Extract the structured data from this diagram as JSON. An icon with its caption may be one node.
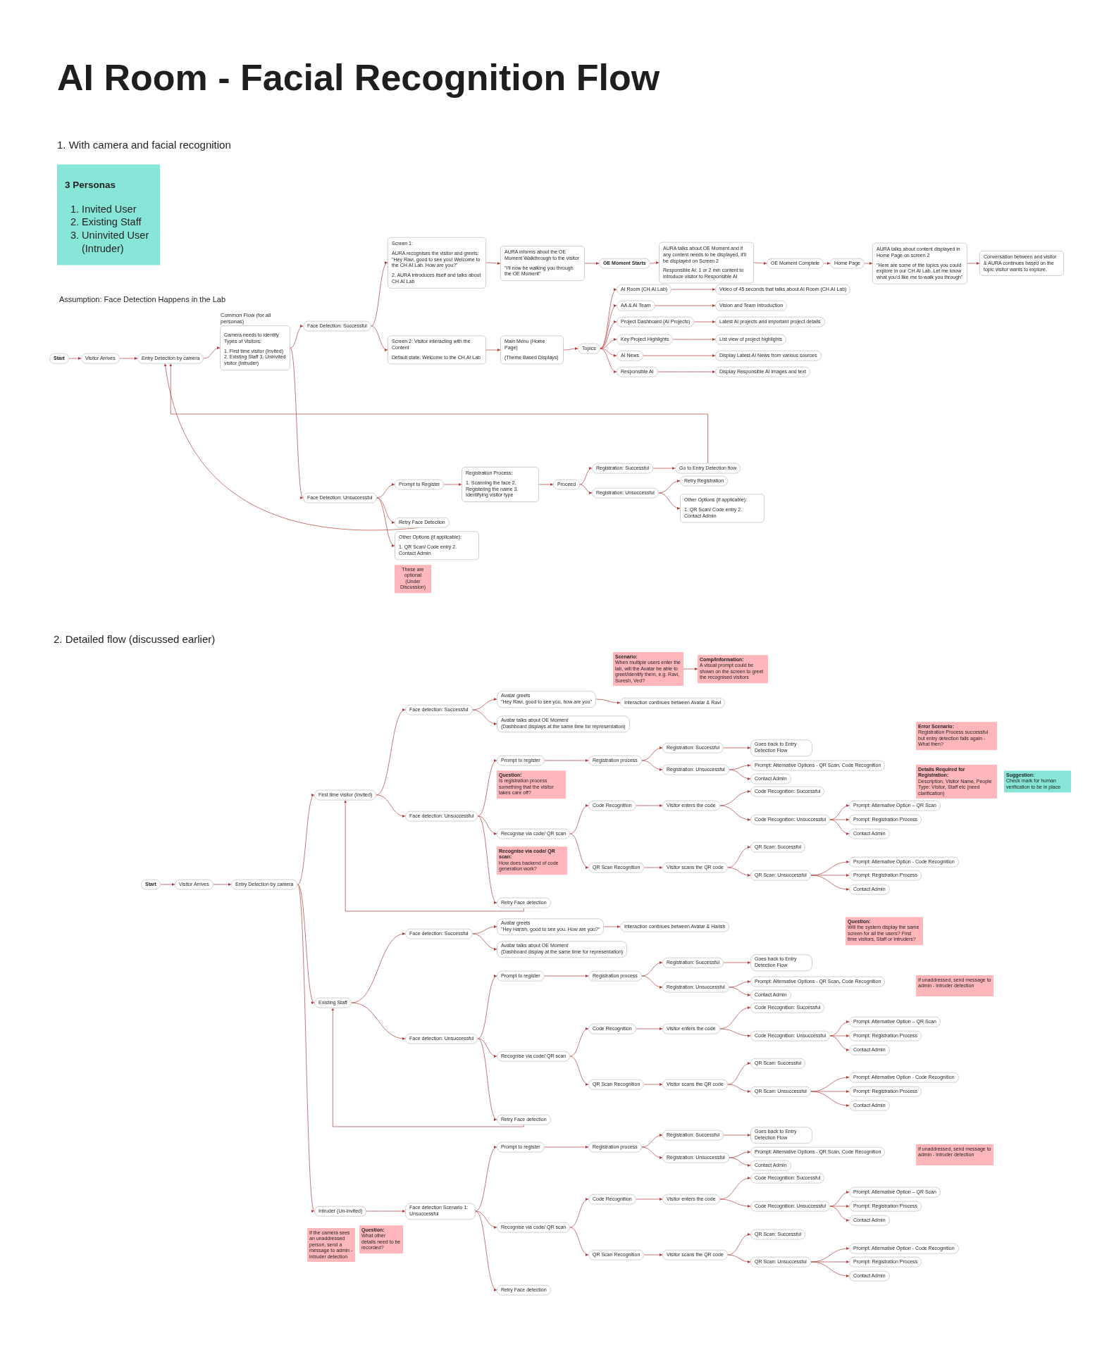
{
  "diagram": {
    "title": "AI Room - Facial Recognition Flow",
    "nodes": [
      {
        "text": [
          "3 Personas",
          "1. Invited User",
          "2. Existing Staff",
          "3. Uninvited User (Intruder)"
        ]
      },
      {
        "text": [
          "Start"
        ]
      },
      {
        "text": [
          "Visitor Arrives"
        ]
      },
      {
        "text": [
          "Entry Detection by camera"
        ]
      },
      {
        "text": [
          "Common Flow (for all personas)",
          "Camera needs to identify Types of Visitors:",
          "1. First time visitor (Invited) 2. Existing Staff 3. Uninvited visitor (Intruder)"
        ]
      },
      {
        "text": [
          "Face Detection: Successful"
        ]
      },
      {
        "text": [
          "Screen 1:",
          "AURA recognises the visitor and greets: \"Hey Ravi, good to see you! Welcome to the CH.AI Lab. How are you?\"",
          "2. AURA introduces itself and talks about CH.AI Lab"
        ]
      },
      {
        "text": [
          "AURA informs about the OE Moment Walkthrough to the visitor",
          "\"I'll now be walking you through the OE Moment\""
        ]
      },
      {
        "text": [
          "OE Moment Starts"
        ]
      },
      {
        "text": [
          "AURA talks about OE Moment and if any content needs to be displayed, it'll be displayed on Screen 2",
          "Responsible AI: 1 or 2 min content to introduce visitor to Responsible AI"
        ]
      },
      {
        "text": [
          "OE Moment Complete"
        ]
      },
      {
        "text": [
          "Home Page"
        ]
      },
      {
        "text": [
          "AURA talks about content displayed in Home Page on screen 2",
          "\"Here are some of the topics you could explore in our CH.AI Lab. Let me know what you'd like me to walk you through\""
        ]
      },
      {
        "text": [
          "Conversation between and visitor & AURA continues based on the topic visitor wants to explore."
        ]
      },
      {
        "text": [
          "Screen 2: Visitor interacting with the Content",
          "Default state: Welcome to the CH.AI Lab"
        ]
      },
      {
        "text": [
          "Main Menu (Home Page)",
          "(Theme Based Displays)"
        ]
      },
      {
        "text": [
          "Topics"
        ]
      },
      {
        "text": [
          "AI Room (CH.AI Lab)"
        ]
      },
      {
        "text": [
          "Video of 45 seconds that talks about AI Room (CH.AI Lab)"
        ]
      },
      {
        "text": [
          "AA & AI Team"
        ]
      },
      {
        "text": [
          "Vision and Team Introduction"
        ]
      },
      {
        "text": [
          "Project Dashboard (AI Projects)"
        ]
      },
      {
        "text": [
          "Latest AI projects and important project details"
        ]
      },
      {
        "text": [
          "Key Project Highlights"
        ]
      },
      {
        "text": [
          "List view of project highlights"
        ]
      },
      {
        "text": [
          "AI News"
        ]
      },
      {
        "text": [
          "Display Latest AI News from various sources"
        ]
      },
      {
        "text": [
          "Responsible AI"
        ]
      },
      {
        "text": [
          "Display Responsible AI images and text"
        ]
      },
      {
        "text": [
          "Face Detection: Unsuccessful"
        ]
      },
      {
        "text": [
          "Prompt to Register"
        ]
      },
      {
        "text": [
          "Registration Process:",
          "1. Scanning the face 2. Registering the name 3. Identifying visitor type"
        ]
      },
      {
        "text": [
          "Proceed"
        ]
      },
      {
        "text": [
          "Registration: Successful"
        ]
      },
      {
        "text": [
          "Go to Entry Detection flow"
        ]
      },
      {
        "text": [
          "Registration: Unsuccessful"
        ]
      },
      {
        "text": [
          "Retry Registration"
        ]
      },
      {
        "text": [
          "Other Options (if applicable):",
          "1. QR Scan/ Code entry 2. Contact Admin"
        ]
      },
      {
        "text": [
          "Retry Face Detection"
        ]
      },
      {
        "text": [
          "Other Options (if applicable):",
          "1. QR Scan/ Code entry 2. Contact Admin"
        ]
      },
      {
        "text": [
          "These are optional (Under Discussion)"
        ]
      },
      {
        "text": [
          "Start"
        ]
      },
      {
        "text": [
          "Visitor Arrives"
        ]
      },
      {
        "text": [
          "Entry Detection by camera"
        ]
      },
      {
        "text": [
          "First time visitor (Invited)"
        ]
      },
      {
        "text": [
          "Face detection: Successful"
        ]
      },
      {
        "text": [
          "Avatar greets",
          "\"Hey Ravi, good to see you, how are you\""
        ]
      },
      {
        "text": [
          "Interaction continues between Avatar & Ravi"
        ]
      },
      {
        "text": [
          "Avatar talks about OE Moment",
          "(Dashboard displays at the same time for representation)"
        ]
      },
      {
        "text": [
          "Scenario:",
          "When multiple users enter the lab, will the Avatar be able to greet/identify them, e.g. Ravi, Suresh, Ved?"
        ]
      },
      {
        "text": [
          "Comp/Information:",
          "A visual prompt could be shown on the screen to greet the recognised visitors"
        ]
      },
      {
        "text": [
          "Face detection: Unsuccessful"
        ]
      },
      {
        "text": [
          "Prompt to register"
        ]
      },
      {
        "text": [
          "Question:",
          "Is registration process something that the visitor takes care off?"
        ]
      },
      {
        "text": [
          "Registration process"
        ]
      },
      {
        "text": [
          "Details Required for Registration:",
          "Description, Visitor Name, People Type: Visitor, Staff etc (need clarification)"
        ]
      },
      {
        "text": [
          "Suggestion:",
          "Check mark for human verification to be in place"
        ]
      },
      {
        "text": [
          "Registration: Successful"
        ]
      },
      {
        "text": [
          "Goes back to Entry Detection Flow"
        ]
      },
      {
        "text": [
          "Error Scenario:",
          "Registration Process successful but entry detection fails again - What then?"
        ]
      },
      {
        "text": [
          "Registration: Unsuccessful"
        ]
      },
      {
        "text": [
          "Prompt: Alternative Options - QR Scan, Code Recognition"
        ]
      },
      {
        "text": [
          "Contact Admin"
        ]
      },
      {
        "text": [
          "Recognise via code/ QR scan"
        ]
      },
      {
        "text": [
          "Recognise via code/ QR scan:",
          "How does backend of code generation work?"
        ]
      },
      {
        "text": [
          "Code Recognition"
        ]
      },
      {
        "text": [
          "Visitor enters the code"
        ]
      },
      {
        "text": [
          "Code Recognition: Successful"
        ]
      },
      {
        "text": [
          "Code Recognition: Unsuccessful"
        ]
      },
      {
        "text": [
          "Prompt: Alternative Option – QR Scan"
        ]
      },
      {
        "text": [
          "Prompt: Registration Process"
        ]
      },
      {
        "text": [
          "Contact Admin"
        ]
      },
      {
        "text": [
          "QR Scan Recognition"
        ]
      },
      {
        "text": [
          "Visitor scans the QR code"
        ]
      },
      {
        "text": [
          "QR Scan: Successful"
        ]
      },
      {
        "text": [
          "QR Scan: Unsuccessful"
        ]
      },
      {
        "text": [
          "Prompt: Alternative Option - Code Recognition"
        ]
      },
      {
        "text": [
          "Prompt: Registration Process"
        ]
      },
      {
        "text": [
          "Contact Admin"
        ]
      },
      {
        "text": [
          "Retry Face detection"
        ]
      },
      {
        "text": [
          "Existing Staff"
        ]
      },
      {
        "text": [
          "Face detection: Successful"
        ]
      },
      {
        "text": [
          "Avatar greets",
          "\"Hey Harish, good to see you. How are you?\""
        ]
      },
      {
        "text": [
          "Interaction continues between Avatar & Harish"
        ]
      },
      {
        "text": [
          "Avatar talks about OE Moment",
          "(Dashboard display at the same time for representation)"
        ]
      },
      {
        "text": [
          "Question:",
          "Will the system display the same screen for all the users? First time visitors, Staff or Intruders?"
        ]
      },
      {
        "text": [
          "Face detection: Unsuccessful"
        ]
      },
      {
        "text": [
          "Prompt to register"
        ]
      },
      {
        "text": [
          "Registration process"
        ]
      },
      {
        "text": [
          "Registration: Successful"
        ]
      },
      {
        "text": [
          "Goes back to Entry Detection Flow"
        ]
      },
      {
        "text": [
          "Registration: Unsuccessful"
        ]
      },
      {
        "text": [
          "Prompt: Alternative Options - QR Scan, Code Recognition"
        ]
      },
      {
        "text": [
          "Contact Admin"
        ]
      },
      {
        "text": [
          "If unaddressed, send message to admin - intruder detection"
        ]
      },
      {
        "text": [
          "Recognise via code/ QR scan"
        ]
      },
      {
        "text": [
          "Code Recognition"
        ]
      },
      {
        "text": [
          "Visitor enters the code"
        ]
      },
      {
        "text": [
          "Code Recognition: Successful"
        ]
      },
      {
        "text": [
          "Code Recognition: Unsuccessful"
        ]
      },
      {
        "text": [
          "Prompt: Alternative Option – QR Scan"
        ]
      },
      {
        "text": [
          "Prompt: Registration Process"
        ]
      },
      {
        "text": [
          "Contact Admin"
        ]
      },
      {
        "text": [
          "QR Scan Recognition"
        ]
      },
      {
        "text": [
          "Visitor scans the QR code"
        ]
      },
      {
        "text": [
          "QR Scan: Successful"
        ]
      },
      {
        "text": [
          "QR Scan: Unsuccessful"
        ]
      },
      {
        "text": [
          "Prompt: Alternative Option - Code Recognition"
        ]
      },
      {
        "text": [
          "Prompt: Registration Process"
        ]
      },
      {
        "text": [
          "Contact Admin"
        ]
      },
      {
        "text": [
          "Retry Face detection"
        ]
      },
      {
        "text": [
          "Intruder (Un-invited)"
        ]
      },
      {
        "text": [
          "If the camera sees an unaddressed person, send a message to admin - intruder detection"
        ]
      },
      {
        "text": [
          "Question:",
          "What other details need to be recorded?"
        ]
      },
      {
        "text": [
          "Face detection Scenario 1: Unsuccessful"
        ]
      },
      {
        "text": [
          "Prompt to register"
        ]
      },
      {
        "text": [
          "Registration process"
        ]
      },
      {
        "text": [
          "Registration: Successful"
        ]
      },
      {
        "text": [
          "Goes back to Entry Detection Flow"
        ]
      },
      {
        "text": [
          "Registration: Unsuccessful"
        ]
      },
      {
        "text": [
          "Prompt: Alternative Options - QR Scan, Code Recognition"
        ]
      },
      {
        "text": [
          "Contact Admin"
        ]
      },
      {
        "text": [
          "If unaddressed, send message to admin - intruder detection"
        ]
      },
      {
        "text": [
          "Recognise via code/ QR scan"
        ]
      },
      {
        "text": [
          "Code Recognition"
        ]
      },
      {
        "text": [
          "Visitor enters the code"
        ]
      },
      {
        "text": [
          "Code Recognition: Successful"
        ]
      },
      {
        "text": [
          "Code Recognition: Unsuccessful"
        ]
      },
      {
        "text": [
          "Prompt: Alternative Option – QR Scan"
        ]
      },
      {
        "text": [
          "Prompt: Registration Process"
        ]
      },
      {
        "text": [
          "Contact Admin"
        ]
      },
      {
        "text": [
          "QR Scan Recognition"
        ]
      },
      {
        "text": [
          "Visitor scans the QR code"
        ]
      },
      {
        "text": [
          "QR Scan: Successful"
        ]
      },
      {
        "text": [
          "QR Scan: Unsuccessful"
        ]
      },
      {
        "text": [
          "Prompt: Alternative Option - Code Recognition"
        ]
      },
      {
        "text": [
          "Prompt: Registration Process"
        ]
      },
      {
        "text": [
          "Contact Admin"
        ]
      },
      {
        "text": [
          "Retry Face detection"
        ]
      }
    ],
    "edges": [
      {
        "from": 1,
        "to": 2,
        "arrow": "to"
      },
      {
        "from": 2,
        "to": 3,
        "arrow": "to"
      },
      {
        "from": 3,
        "to": 4,
        "arrow": "to"
      },
      {
        "from": 4,
        "to": 5,
        "arrow": "to"
      },
      {
        "from": 5,
        "to": 6,
        "arrow": "to"
      },
      {
        "from": 6,
        "to": 7,
        "arrow": "to"
      },
      {
        "from": 7,
        "to": 8,
        "arrow": "to"
      },
      {
        "from": 8,
        "to": 9,
        "arrow": "to"
      },
      {
        "from": 9,
        "to": 10,
        "arrow": "to"
      },
      {
        "from": 10,
        "to": 11,
        "arrow": "to"
      },
      {
        "from": 11,
        "to": 12,
        "arrow": "to"
      },
      {
        "from": 12,
        "to": 13,
        "arrow": "to"
      },
      {
        "from": 5,
        "to": 14,
        "arrow": "to"
      },
      {
        "from": 14,
        "to": 15,
        "arrow": "to"
      },
      {
        "from": 15,
        "to": 16,
        "arrow": "to"
      },
      {
        "from": 16,
        "to": 17,
        "arrow": "to"
      },
      {
        "from": 16,
        "to": 19,
        "arrow": "to"
      },
      {
        "from": 16,
        "to": 21,
        "arrow": "to"
      },
      {
        "from": 16,
        "to": 23,
        "arrow": "to"
      },
      {
        "from": 16,
        "to": 25,
        "arrow": "to"
      },
      {
        "from": 16,
        "to": 27,
        "arrow": "to"
      },
      {
        "from": 17,
        "to": 18,
        "arrow": "to"
      },
      {
        "from": 19,
        "to": 20,
        "arrow": "to"
      },
      {
        "from": 21,
        "to": 22,
        "arrow": "to"
      },
      {
        "from": 23,
        "to": 24,
        "arrow": "to"
      },
      {
        "from": 25,
        "to": 26,
        "arrow": "to"
      },
      {
        "from": 27,
        "to": 28,
        "arrow": "to"
      },
      {
        "from": 4,
        "to": 29,
        "arrow": "to"
      },
      {
        "from": 29,
        "to": 30,
        "arrow": "to"
      },
      {
        "from": 30,
        "to": 31,
        "arrow": "to"
      },
      {
        "from": 31,
        "to": 32,
        "arrow": "to"
      },
      {
        "from": 32,
        "to": 33,
        "arrow": "to"
      },
      {
        "from": 33,
        "to": 34,
        "arrow": "to"
      },
      {
        "from": 32,
        "to": 35,
        "arrow": "to"
      },
      {
        "from": 35,
        "to": 36,
        "arrow": "to"
      },
      {
        "from": 35,
        "to": 37,
        "arrow": "to"
      },
      {
        "from": 29,
        "to": 38,
        "arrow": "to"
      },
      {
        "from": 29,
        "to": 39,
        "arrow": "to"
      },
      {
        "from": 38,
        "to": 3,
        "arrow": "to"
      },
      {
        "from": 34,
        "to": 3,
        "arrow": "to"
      },
      {
        "from": 41,
        "to": 42,
        "arrow": "to"
      },
      {
        "from": 42,
        "to": 43,
        "arrow": "to"
      },
      {
        "from": 43,
        "to": 44,
        "arrow": "to"
      },
      {
        "from": 43,
        "to": 80,
        "arrow": "to"
      },
      {
        "from": 43,
        "to": 111,
        "arrow": "to"
      },
      {
        "from": 44,
        "to": 45,
        "arrow": "to"
      },
      {
        "from": 45,
        "to": 46,
        "arrow": "to"
      },
      {
        "from": 46,
        "to": 47,
        "arrow": "to"
      },
      {
        "from": 45,
        "to": 48,
        "arrow": "to"
      },
      {
        "from": 49,
        "to": 50,
        "arrow": "to"
      },
      {
        "from": 44,
        "to": 51,
        "arrow": "to"
      },
      {
        "from": 51,
        "to": 52,
        "arrow": "to"
      },
      {
        "from": 52,
        "to": 54,
        "arrow": "to"
      },
      {
        "from": 54,
        "to": 57,
        "arrow": "to"
      },
      {
        "from": 57,
        "to": 58,
        "arrow": "to"
      },
      {
        "from": 54,
        "to": 60,
        "arrow": "to"
      },
      {
        "from": 60,
        "to": 61,
        "arrow": "to"
      },
      {
        "from": 60,
        "to": 62,
        "arrow": "to"
      },
      {
        "from": 51,
        "to": 63,
        "arrow": "to"
      },
      {
        "from": 63,
        "to": 65,
        "arrow": "to"
      },
      {
        "from": 65,
        "to": 66,
        "arrow": "to"
      },
      {
        "from": 66,
        "to": 67,
        "arrow": "to"
      },
      {
        "from": 66,
        "to": 68,
        "arrow": "to"
      },
      {
        "from": 68,
        "to": 69,
        "arrow": "to"
      },
      {
        "from": 68,
        "to": 70,
        "arrow": "to"
      },
      {
        "from": 68,
        "to": 71,
        "arrow": "to"
      },
      {
        "from": 63,
        "to": 72,
        "arrow": "to"
      },
      {
        "from": 72,
        "to": 73,
        "arrow": "to"
      },
      {
        "from": 73,
        "to": 74,
        "arrow": "to"
      },
      {
        "from": 73,
        "to": 75,
        "arrow": "to"
      },
      {
        "from": 75,
        "to": 76,
        "arrow": "to"
      },
      {
        "from": 75,
        "to": 77,
        "arrow": "to"
      },
      {
        "from": 75,
        "to": 78,
        "arrow": "to"
      },
      {
        "from": 51,
        "to": 79,
        "arrow": "to"
      },
      {
        "from": 79,
        "to": 44,
        "arrow": "to"
      },
      {
        "from": 80,
        "to": 81,
        "arrow": "to"
      },
      {
        "from": 81,
        "to": 82,
        "arrow": "to"
      },
      {
        "from": 82,
        "to": 83,
        "arrow": "to"
      },
      {
        "from": 81,
        "to": 84,
        "arrow": "to"
      },
      {
        "from": 80,
        "to": 86,
        "arrow": "to"
      },
      {
        "from": 86,
        "to": 87,
        "arrow": "to"
      },
      {
        "from": 87,
        "to": 88,
        "arrow": "to"
      },
      {
        "from": 88,
        "to": 89,
        "arrow": "to"
      },
      {
        "from": 89,
        "to": 90,
        "arrow": "to"
      },
      {
        "from": 88,
        "to": 91,
        "arrow": "to"
      },
      {
        "from": 91,
        "to": 92,
        "arrow": "to"
      },
      {
        "from": 91,
        "to": 93,
        "arrow": "to"
      },
      {
        "from": 86,
        "to": 95,
        "arrow": "to"
      },
      {
        "from": 95,
        "to": 96,
        "arrow": "to"
      },
      {
        "from": 96,
        "to": 97,
        "arrow": "to"
      },
      {
        "from": 97,
        "to": 98,
        "arrow": "to"
      },
      {
        "from": 97,
        "to": 99,
        "arrow": "to"
      },
      {
        "from": 99,
        "to": 100,
        "arrow": "to"
      },
      {
        "from": 99,
        "to": 101,
        "arrow": "to"
      },
      {
        "from": 99,
        "to": 102,
        "arrow": "to"
      },
      {
        "from": 95,
        "to": 103,
        "arrow": "to"
      },
      {
        "from": 103,
        "to": 104,
        "arrow": "to"
      },
      {
        "from": 104,
        "to": 105,
        "arrow": "to"
      },
      {
        "from": 104,
        "to": 106,
        "arrow": "to"
      },
      {
        "from": 106,
        "to": 107,
        "arrow": "to"
      },
      {
        "from": 106,
        "to": 108,
        "arrow": "to"
      },
      {
        "from": 106,
        "to": 109,
        "arrow": "to"
      },
      {
        "from": 86,
        "to": 110,
        "arrow": "to"
      },
      {
        "from": 110,
        "to": 80,
        "arrow": "to"
      },
      {
        "from": 111,
        "to": 114,
        "arrow": "to"
      },
      {
        "from": 114,
        "to": 115,
        "arrow": "to"
      },
      {
        "from": 115,
        "to": 116,
        "arrow": "to"
      },
      {
        "from": 116,
        "to": 117,
        "arrow": "to"
      },
      {
        "from": 117,
        "to": 118,
        "arrow": "to"
      },
      {
        "from": 116,
        "to": 119,
        "arrow": "to"
      },
      {
        "from": 119,
        "to": 120,
        "arrow": "to"
      },
      {
        "from": 119,
        "to": 121,
        "arrow": "to"
      },
      {
        "from": 114,
        "to": 123,
        "arrow": "to"
      },
      {
        "from": 123,
        "to": 124,
        "arrow": "to"
      },
      {
        "from": 124,
        "to": 125,
        "arrow": "to"
      },
      {
        "from": 125,
        "to": 126,
        "arrow": "to"
      },
      {
        "from": 125,
        "to": 127,
        "arrow": "to"
      },
      {
        "from": 127,
        "to": 128,
        "arrow": "to"
      },
      {
        "from": 127,
        "to": 129,
        "arrow": "to"
      },
      {
        "from": 127,
        "to": 130,
        "arrow": "to"
      },
      {
        "from": 123,
        "to": 131,
        "arrow": "to"
      },
      {
        "from": 131,
        "to": 132,
        "arrow": "to"
      },
      {
        "from": 132,
        "to": 133,
        "arrow": "to"
      },
      {
        "from": 132,
        "to": 134,
        "arrow": "to"
      },
      {
        "from": 134,
        "to": 135,
        "arrow": "to"
      },
      {
        "from": 134,
        "to": 136,
        "arrow": "to"
      },
      {
        "from": 134,
        "to": 137,
        "arrow": "to"
      },
      {
        "from": 114,
        "to": 138,
        "arrow": "to"
      }
    ],
    "labels": [
      "1. With camera and facial recognition",
      "Assumption: Face Detection Happens in the Lab",
      "2. Detailed flow (discussed earlier)"
    ]
  }
}
